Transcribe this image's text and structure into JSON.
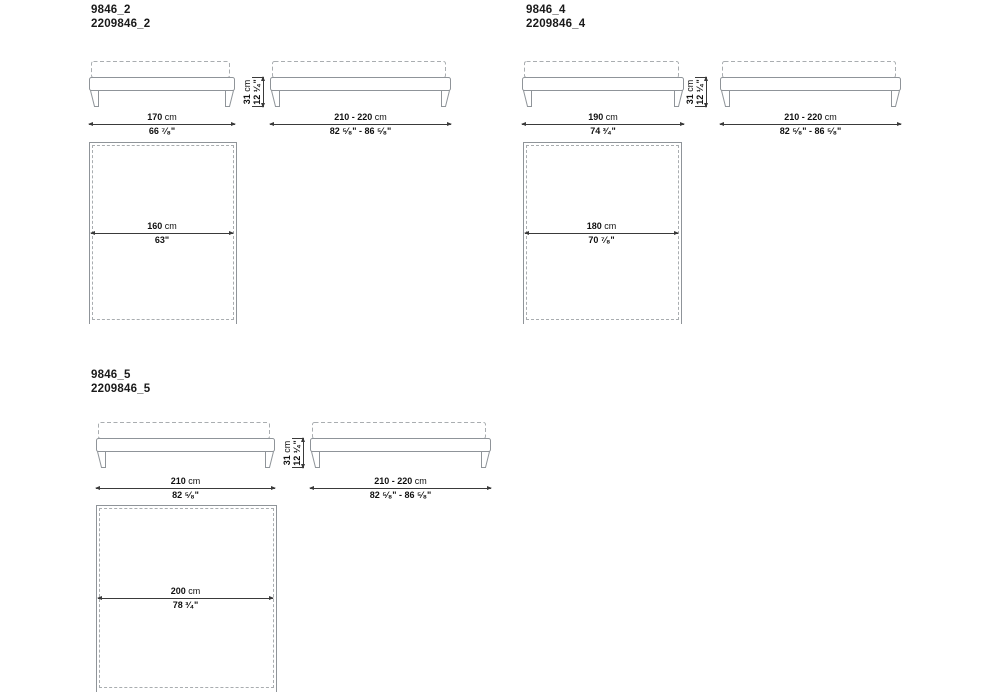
{
  "page": {
    "background": "#ffffff",
    "outline_color": "#8f9499",
    "dashed_color": "#a9adb0",
    "dimension_color": "#3a3a3a"
  },
  "beds": [
    {
      "code": "9846_2",
      "article": "2209846_2",
      "front_width": {
        "num": "170",
        "unit": " cm",
        "imperial": "66 ⁷⁄₈\""
      },
      "length": {
        "num": "210 - 220",
        "unit": " cm",
        "imperial": "82 ⁵⁄₈\" - 86 ⁵⁄₈\""
      },
      "height": {
        "num": "31",
        "unit": " cm",
        "imperial": "12 ¹⁄₄\""
      },
      "mattress_width": {
        "num": "160",
        "unit": " cm",
        "imperial": "63\""
      }
    },
    {
      "code": "9846_4",
      "article": "2209846_4",
      "front_width": {
        "num": "190",
        "unit": " cm",
        "imperial": "74 ³⁄₄\""
      },
      "length": {
        "num": "210 - 220",
        "unit": " cm",
        "imperial": "82 ⁵⁄₈\" - 86 ⁵⁄₈\""
      },
      "height": {
        "num": "31",
        "unit": " cm",
        "imperial": "12 ¹⁄₄\""
      },
      "mattress_width": {
        "num": "180",
        "unit": " cm",
        "imperial": "70 ⁷⁄₈\""
      }
    },
    {
      "code": "9846_5",
      "article": "2209846_5",
      "front_width": {
        "num": "210",
        "unit": " cm",
        "imperial": "82 ⁵⁄₈\""
      },
      "length": {
        "num": "210 - 220",
        "unit": " cm",
        "imperial": "82 ⁵⁄₈\" - 86 ⁵⁄₈\""
      },
      "height": {
        "num": "31",
        "unit": " cm",
        "imperial": "12 ¹⁄₄\""
      },
      "mattress_width": {
        "num": "200",
        "unit": " cm",
        "imperial": "78 ³⁄₄\""
      }
    }
  ]
}
